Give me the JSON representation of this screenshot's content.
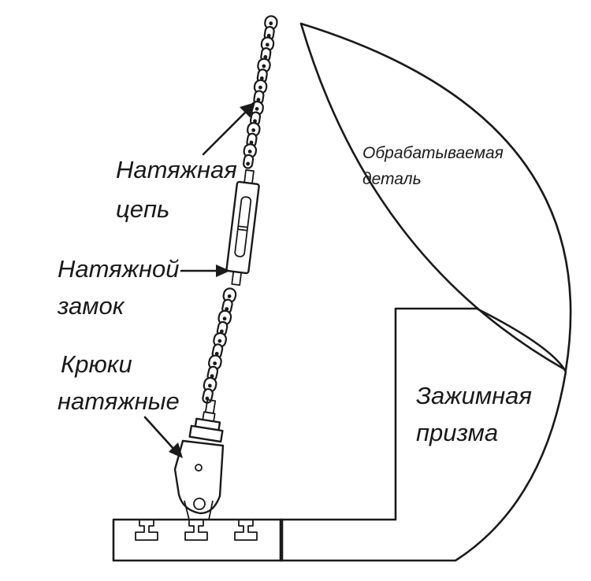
{
  "labels": {
    "chain_line1": "Натяжная",
    "chain_line2": "цепь",
    "lock_line1": "Натяжной",
    "lock_line2": "замок",
    "hooks_line1": "Крюки",
    "hooks_line2": "натяжные",
    "workpiece_line1": "Обрабатываемая",
    "workpiece_line2": "деталь",
    "prism_line1": "Зажимная",
    "prism_line2": "призма"
  },
  "colors": {
    "line": "#1a1a1a",
    "background": "#ffffff"
  }
}
